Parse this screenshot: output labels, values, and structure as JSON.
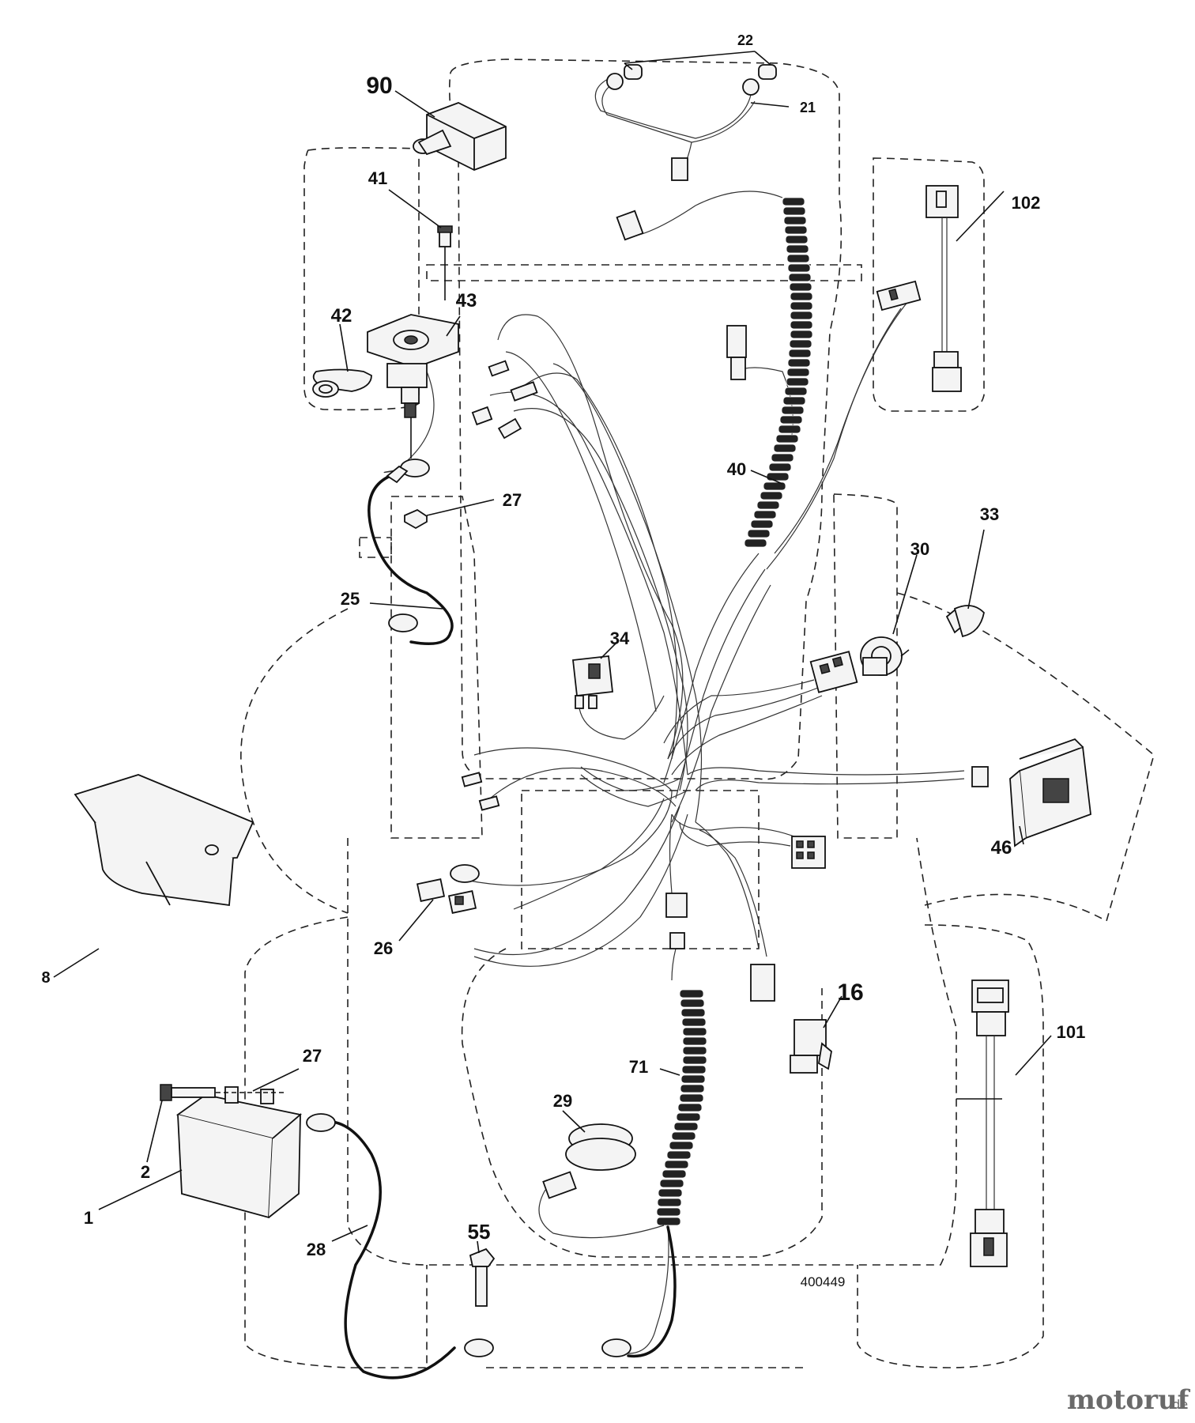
{
  "diagram": {
    "drawing_number": "400449",
    "watermark": {
      "main": "motoruf",
      "suffix": ".de"
    },
    "callouts": [
      {
        "id": "c90",
        "text": "90"
      },
      {
        "id": "c22",
        "text": "22"
      },
      {
        "id": "c21",
        "text": "21"
      },
      {
        "id": "c41",
        "text": "41"
      },
      {
        "id": "c102",
        "text": "102"
      },
      {
        "id": "c42",
        "text": "42"
      },
      {
        "id": "c43",
        "text": "43"
      },
      {
        "id": "c40",
        "text": "40"
      },
      {
        "id": "c27a",
        "text": "27"
      },
      {
        "id": "c33",
        "text": "33"
      },
      {
        "id": "c30",
        "text": "30"
      },
      {
        "id": "c25",
        "text": "25"
      },
      {
        "id": "c34",
        "text": "34"
      },
      {
        "id": "c46",
        "text": "46"
      },
      {
        "id": "c8",
        "text": "8"
      },
      {
        "id": "c26",
        "text": "26"
      },
      {
        "id": "c16",
        "text": "16"
      },
      {
        "id": "c101",
        "text": "101"
      },
      {
        "id": "c27b",
        "text": "27"
      },
      {
        "id": "c71",
        "text": "71"
      },
      {
        "id": "c29",
        "text": "29"
      },
      {
        "id": "c2",
        "text": "2"
      },
      {
        "id": "c1",
        "text": "1"
      },
      {
        "id": "c55",
        "text": "55"
      },
      {
        "id": "c28",
        "text": "28"
      }
    ]
  }
}
